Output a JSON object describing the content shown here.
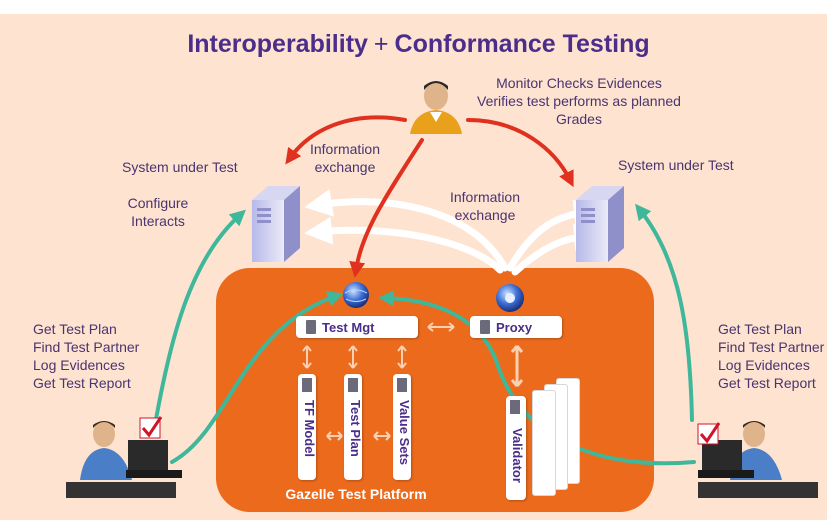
{
  "title": {
    "part1": "Interoperability",
    "plus": "+",
    "part2": "Conformance Testing"
  },
  "monitor": {
    "line1": "Monitor Checks Evidences",
    "line2": "Verifies test performs as planned",
    "line3": "Grades",
    "icon": "monitor-person-icon"
  },
  "info_exchange_left": {
    "line1": "Information",
    "line2": "exchange"
  },
  "info_exchange_center": {
    "line1": "Information",
    "line2": "exchange"
  },
  "sut_left": {
    "label": "System under Test",
    "icon": "server-icon"
  },
  "sut_right": {
    "label": "System under Test",
    "icon": "server-icon"
  },
  "sut_left_actions": {
    "line1": "Configure",
    "line2": "Interacts"
  },
  "user_left": {
    "items": [
      "Get Test Plan",
      "Find Test Partner",
      "Log Evidences",
      "Get Test Report"
    ],
    "icon": "user-at-computer-icon"
  },
  "user_right": {
    "items": [
      "Get Test Plan",
      "Find Test Partner",
      "Log Evidences",
      "Get Test Report"
    ],
    "icon": "user-at-computer-icon"
  },
  "platform": {
    "name": "Gazelle Test Platform",
    "test_mgt": "Test Mgt",
    "proxy": "Proxy",
    "tf_model": "TF Model",
    "test_plan": "Test Plan",
    "value_sets": "Value Sets",
    "validator": "Validator"
  },
  "colors": {
    "background": "#fde3d0",
    "platform": "#ec6a1c",
    "title": "#4b2d8a",
    "arrow_red": "#e0301e",
    "arrow_green": "#3fb79a",
    "arrow_white": "#ffffff",
    "check_red": "#d0142a"
  }
}
